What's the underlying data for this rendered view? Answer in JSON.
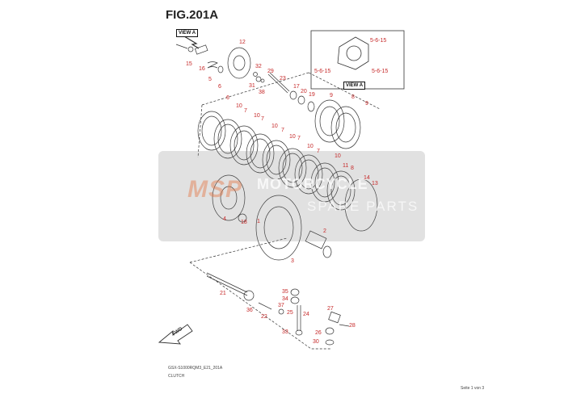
{
  "figure_title": "FIG.201A",
  "view_labels": {
    "top_left": "VIEW A",
    "inset": "VIEW A"
  },
  "inset_callouts": [
    "5-6-15",
    "5-6-15",
    "5-6-15"
  ],
  "callouts": [
    "15",
    "16",
    "5",
    "6",
    "12",
    "32",
    "31",
    "38",
    "29",
    "23",
    "17",
    "20",
    "19",
    "9",
    "8",
    "9",
    "6",
    "10",
    "7",
    "10",
    "7",
    "10",
    "7",
    "10",
    "7",
    "10",
    "7",
    "10",
    "11",
    "8",
    "14",
    "13",
    "4",
    "18",
    "1",
    "2",
    "3",
    "21",
    "36",
    "22",
    "35",
    "34",
    "37",
    "25",
    "24",
    "33",
    "27",
    "28",
    "26",
    "30"
  ],
  "footer": {
    "model_code": "GSX-S1000RQM3_E21_201A",
    "part_name": "CLUTCH",
    "page": "Seite 1 von 3"
  },
  "watermark": {
    "logo": "MSP",
    "line1": "MOTORCYCLE",
    "line2": "SPARE PARTS"
  },
  "direction_label": "FWD",
  "colors": {
    "callout": "#c62828",
    "line": "#333333"
  }
}
